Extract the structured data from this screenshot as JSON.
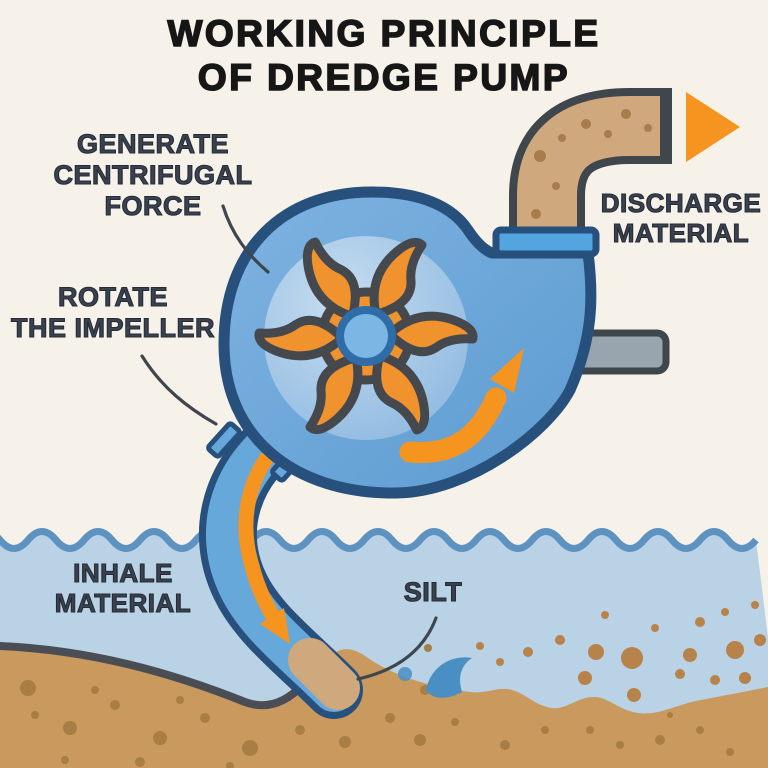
{
  "title": {
    "line1": "WORKING PRINCIPLE",
    "line2": "OF DREDGE PUMP"
  },
  "callouts": {
    "generate_centrifugal_force": {
      "line1": "GENERATE",
      "line2": "CENTRIFUGAL",
      "line3": "FORCE"
    },
    "rotate_the_impeller": {
      "line1": "ROTATE",
      "line2": "THE IMPELLER"
    },
    "discharge_material": {
      "line1": "DISCHARGE",
      "line2": "MATERIAL"
    },
    "inhale_material": {
      "line1": "INHALE",
      "line2": "MATERIAL"
    },
    "silt": {
      "line1": "SILT"
    }
  },
  "diagram_parts": [
    "pump-volute-casing",
    "impeller",
    "impeller-hub",
    "internal-flow-arrow",
    "discharge-pipe",
    "discharge-arrow",
    "discharge-flange",
    "drive-shaft",
    "suction-pipe",
    "suction-flow-arrow",
    "water-surface",
    "seabed",
    "silt-particles",
    "silt-splash",
    "leader-lines"
  ],
  "colors": {
    "background": "#f6f2ea",
    "title_text": "#161616",
    "label_text": "#3a4150",
    "leader_line": "#3f464d",
    "casing_outline": "#27507c",
    "pipe_blue": "#66a8da",
    "inner_disc_light": "#c6ddf1",
    "inner_disc_dark": "#8ab6de",
    "impeller_orange": "#f0922d",
    "impeller_outline": "#45494e",
    "hub_fill": "#7cb6e4",
    "hub_ring": "#2f6da8",
    "arrow_orange": "#f5941f",
    "pipe_tan": "#cfa87e",
    "pipe_dot_brown": "#a97c4b",
    "pipe_casing_gray": "#3f464c",
    "flange_blue": "#54a4e0",
    "shaft_gray": "#98a4ae",
    "water_blue": "#b9d2e6",
    "wave_stroke": "#5e92c0",
    "seabed_tan": "#c9995e",
    "seabed_dot": "#a87e45",
    "suspended_dot": "#b8834a",
    "seabed_outline": "#4a4e54",
    "splash_blue": "#4a8fc4"
  }
}
